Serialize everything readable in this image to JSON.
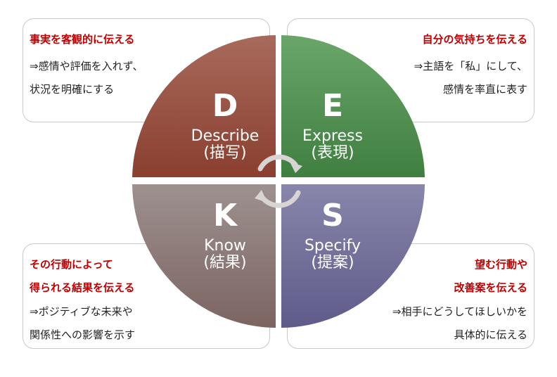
{
  "quadrants": [
    {
      "letter": "D",
      "word": "Describe",
      "jp": "(描写)",
      "color": "#9a5040"
    },
    {
      "letter": "E",
      "word": "Express",
      "jp": "(表現)",
      "color": "#4e8c4e"
    },
    {
      "letter": "K",
      "word": "Know",
      "jp": "(結果)",
      "color": "#8e7a77"
    },
    {
      "letter": "S",
      "word": "Specify",
      "jp": "(提案)",
      "color": "#6d6a94"
    }
  ],
  "notes": {
    "d": {
      "title": "事実を客観的に伝える",
      "lines": [
        "⇒感情や評価を入れず、",
        "状況を明確にする"
      ]
    },
    "e": {
      "title": "自分の気持ちを伝える",
      "lines": [
        "⇒主語を「私」にして、",
        "感情を率直に表す"
      ]
    },
    "k": {
      "title_lines": [
        "その行動によって",
        "得られる結果を伝える"
      ],
      "lines": [
        "⇒ポジティブな未来や",
        "関係性への影響を示す"
      ]
    },
    "s": {
      "title_lines": [
        "望む行動や",
        "改善案を伝える"
      ],
      "lines": [
        "⇒相手にどうしてほしいかを",
        "具体的に伝える"
      ]
    }
  },
  "accent_red": "#c00000",
  "arrow_color": "#d9d4d4"
}
